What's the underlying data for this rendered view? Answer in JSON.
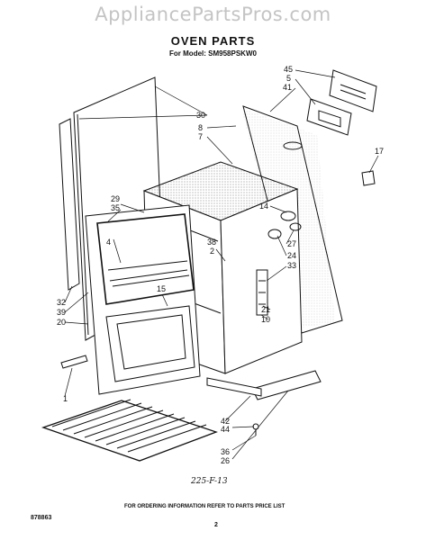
{
  "header": {
    "watermark": "AppliancePartsPros.com",
    "title": "OVEN PARTS",
    "model_label": "For Model:",
    "model_value": "SM958PSKW0"
  },
  "callouts": [
    {
      "id": "c45",
      "text": "45"
    },
    {
      "id": "c5",
      "text": "5"
    },
    {
      "id": "c41",
      "text": "41"
    },
    {
      "id": "c30",
      "text": "30"
    },
    {
      "id": "c8",
      "text": "8"
    },
    {
      "id": "c7",
      "text": "7"
    },
    {
      "id": "c17",
      "text": "17"
    },
    {
      "id": "c14",
      "text": "14"
    },
    {
      "id": "c27",
      "text": "27"
    },
    {
      "id": "c24",
      "text": "24"
    },
    {
      "id": "c33",
      "text": "33"
    },
    {
      "id": "c29",
      "text": "29"
    },
    {
      "id": "c35",
      "text": "35"
    },
    {
      "id": "c4",
      "text": "4"
    },
    {
      "id": "c38",
      "text": "38"
    },
    {
      "id": "c2",
      "text": "2"
    },
    {
      "id": "c15",
      "text": "15"
    },
    {
      "id": "c21",
      "text": "21"
    },
    {
      "id": "c10",
      "text": "10"
    },
    {
      "id": "c32",
      "text": "32"
    },
    {
      "id": "c39",
      "text": "39"
    },
    {
      "id": "c20",
      "text": "20"
    },
    {
      "id": "c1",
      "text": "1"
    },
    {
      "id": "c42",
      "text": "42"
    },
    {
      "id": "c44",
      "text": "44"
    },
    {
      "id": "c36",
      "text": "36"
    },
    {
      "id": "c26",
      "text": "26"
    }
  ],
  "footer": {
    "ordering_note": "FOR ORDERING INFORMATION REFER TO PARTS PRICE LIST",
    "doc_number": "878863",
    "page_number": "2",
    "handwritten": "225-F-13"
  }
}
